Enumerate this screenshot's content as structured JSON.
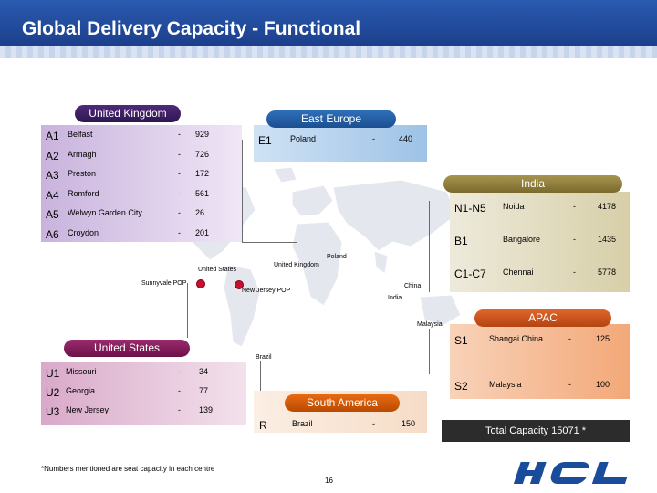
{
  "title": "Global Delivery Capacity - Functional",
  "colors": {
    "header": "#2a5bb0",
    "uk": "#c9b3dd",
    "india": "#d7cfa8",
    "apac": "#f3a878",
    "east_europe": "#9ec3e6",
    "us": "#d9a9c9",
    "south_america": "#f6dcc7",
    "brand": "#1a4c9c"
  },
  "uk": {
    "header": "United Kingdom",
    "rows": [
      {
        "code": "A1",
        "name": "Belfast",
        "dash": "-",
        "value": "929"
      },
      {
        "code": "A2",
        "name": "Armagh",
        "dash": "-",
        "value": "726"
      },
      {
        "code": "A3",
        "name": "Preston",
        "dash": "-",
        "value": "172"
      },
      {
        "code": "A4",
        "name": "Romford",
        "dash": "-",
        "value": "561"
      },
      {
        "code": "A5",
        "name": "Welwyn Garden City",
        "dash": "-",
        "value": "26"
      },
      {
        "code": "A6",
        "name": "Croydon",
        "dash": "-",
        "value": "201"
      }
    ]
  },
  "east_europe": {
    "header": "East Europe",
    "rows": [
      {
        "code": "E1",
        "name": "Poland",
        "dash": "-",
        "value": "440"
      }
    ]
  },
  "india": {
    "header": "India",
    "rows": [
      {
        "code": "N1-N5",
        "name": "Noida",
        "dash": "-",
        "value": "4178"
      },
      {
        "code": "B1",
        "name": "Bangalore",
        "dash": "-",
        "value": "1435"
      },
      {
        "code": "C1-C7",
        "name": "Chennai",
        "dash": "-",
        "value": "5778"
      }
    ]
  },
  "apac": {
    "header": "APAC",
    "rows": [
      {
        "code": "S1",
        "name": "Shangai China",
        "dash": "-",
        "value": "125"
      },
      {
        "code": "S2",
        "name": "Malaysia",
        "dash": "-",
        "value": "100"
      }
    ]
  },
  "us": {
    "header": "United States",
    "rows": [
      {
        "code": "U1",
        "name": "Missouri",
        "dash": "-",
        "value": "34"
      },
      {
        "code": "U2",
        "name": "Georgia",
        "dash": "-",
        "value": "77"
      },
      {
        "code": "U3",
        "name": "New Jersey",
        "dash": "-",
        "value": "139"
      }
    ]
  },
  "south_america": {
    "header": "South America",
    "rows": [
      {
        "code": "R",
        "name": "Brazil",
        "dash": "-",
        "value": "150"
      }
    ]
  },
  "map_labels": {
    "poland": "Poland",
    "uk": "United Kingdom",
    "us": "United States",
    "sunnyvale": "Sunnyvale POP",
    "new_jersey": "New Jersey POP",
    "china": "China",
    "india": "India",
    "malaysia": "Malaysia",
    "brazil": "Brazil"
  },
  "total": "Total Capacity 15071 *",
  "footnote": "*Numbers mentioned are seat capacity in each centre",
  "page_number": "16",
  "logo": "HCL"
}
